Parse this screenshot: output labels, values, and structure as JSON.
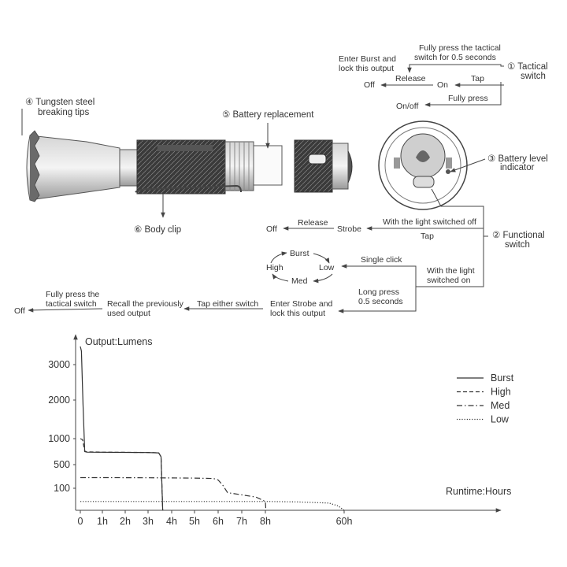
{
  "diagram": {
    "tactical_switch": {
      "label": [
        "① Tactical",
        "switch"
      ],
      "fully_press_half_sec": [
        "Fully press the tactical",
        "switch for 0.5 seconds"
      ],
      "enter_burst": [
        "Enter Burst and",
        "lock this output"
      ],
      "release": "Release",
      "off": "Off",
      "on": "On",
      "tap": "Tap",
      "fully_press": "Fully press",
      "on_off": "On/off"
    },
    "tungsten": [
      "④ Tungsten steel",
      "breaking tips"
    ],
    "battery_replacement": "⑤ Battery replacement",
    "body_clip": "⑥ Body clip",
    "battery_indicator": [
      "③ Battery level",
      "indicator"
    ],
    "functional_switch": {
      "label": [
        "② Functional",
        "switch"
      ],
      "light_off": "With the light switched off",
      "tap": "Tap",
      "strobe": "Strobe",
      "release": "Release",
      "off": "Off",
      "single_click": "Single click",
      "light_on": [
        "With the light",
        "switched on"
      ],
      "long_press": [
        "Long press",
        "0.5 seconds"
      ],
      "cycle": {
        "burst": "Burst",
        "low": "Low",
        "med": "Med",
        "high": "High"
      },
      "enter_strobe": [
        "Enter Strobe and",
        "lock this output"
      ],
      "tap_either": "Tap either switch",
      "recall": [
        "Recall the previously",
        "used output"
      ],
      "fully_press_tactical": [
        "Fully press the",
        "tactical switch"
      ],
      "off2": "Off"
    }
  },
  "chart_data": {
    "type": "line",
    "ylabel": "Output:Lumens",
    "xlabel": "Runtime:Hours",
    "y_ticks": [
      3000,
      2000,
      1000,
      500,
      100
    ],
    "x_ticks": [
      "0",
      "1h",
      "2h",
      "3h",
      "4h",
      "5h",
      "6h",
      "7h",
      "8h",
      "60h"
    ],
    "series": [
      {
        "name": "Burst",
        "style": "solid",
        "points": [
          [
            0,
            3400
          ],
          [
            0.05,
            3300
          ],
          [
            0.12,
            1900
          ],
          [
            0.2,
            750
          ],
          [
            0.3,
            740
          ],
          [
            1,
            738
          ],
          [
            2,
            735
          ],
          [
            3,
            732
          ],
          [
            3.45,
            725
          ],
          [
            3.55,
            650
          ],
          [
            3.62,
            0
          ]
        ]
      },
      {
        "name": "High",
        "style": "dashed",
        "points": [
          [
            0,
            1000
          ],
          [
            0.1,
            980
          ],
          [
            0.2,
            760
          ],
          [
            0.3,
            745
          ],
          [
            1,
            740
          ],
          [
            2,
            736
          ],
          [
            3,
            733
          ],
          [
            3.45,
            728
          ],
          [
            3.55,
            650
          ],
          [
            3.62,
            0
          ]
        ]
      },
      {
        "name": "Med",
        "style": "dashdot",
        "points": [
          [
            0,
            280
          ],
          [
            1,
            280
          ],
          [
            2,
            278
          ],
          [
            3,
            277
          ],
          [
            4,
            275
          ],
          [
            5,
            272
          ],
          [
            5.8,
            265
          ],
          [
            6,
            240
          ],
          [
            6.2,
            150
          ],
          [
            6.4,
            80
          ],
          [
            7,
            70
          ],
          [
            7.6,
            60
          ],
          [
            8,
            40
          ],
          [
            8.3,
            0
          ]
        ]
      },
      {
        "name": "Low",
        "style": "dotted",
        "points": [
          [
            0,
            40
          ],
          [
            10,
            40
          ],
          [
            30,
            38
          ],
          [
            50,
            33
          ],
          [
            56,
            20
          ],
          [
            60,
            0
          ]
        ]
      }
    ]
  }
}
